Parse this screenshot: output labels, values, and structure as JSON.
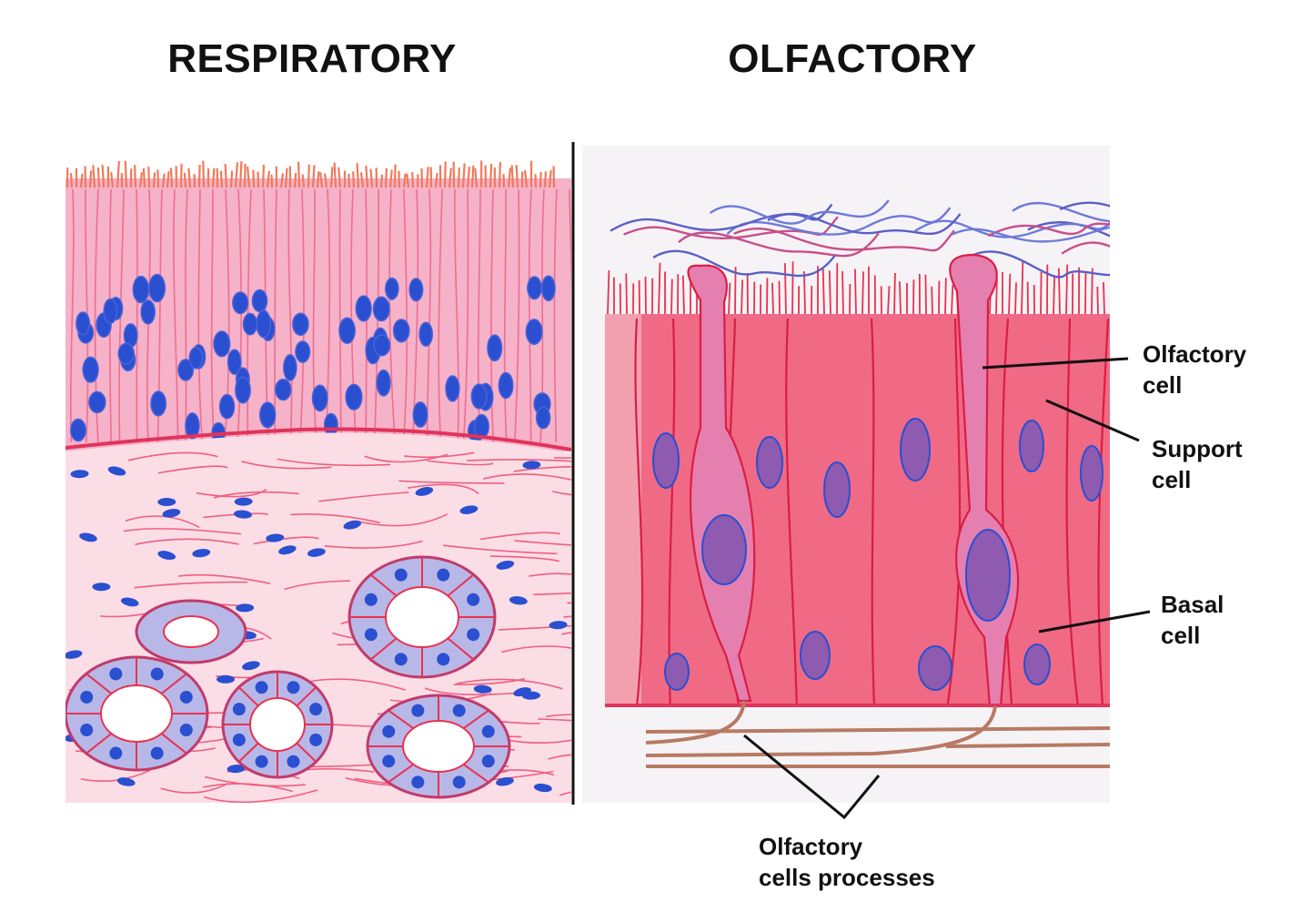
{
  "titles": {
    "left": "RESPIRATORY",
    "right": "OLFACTORY"
  },
  "labels": {
    "olfactory_cell": [
      "Olfactory",
      "cell"
    ],
    "support_cell": [
      "Support",
      "cell"
    ],
    "basal_cell": [
      "Basal",
      "cell"
    ],
    "olfactory_processes": [
      "Olfactory",
      "cells processes"
    ]
  },
  "colors": {
    "background": "#ffffff",
    "tissue_pink": "#f2a6bf",
    "cell_red": "#e8324f",
    "nucleus_blue": "#2a4fd0",
    "nucleus_purple": "#8e5bb0",
    "fiber_brown": "#b77a63",
    "divider": "#111111"
  },
  "icons": {
    "left_panel": "respiratory-epithelium-drawing",
    "right_panel": "olfactory-epithelium-drawing"
  }
}
